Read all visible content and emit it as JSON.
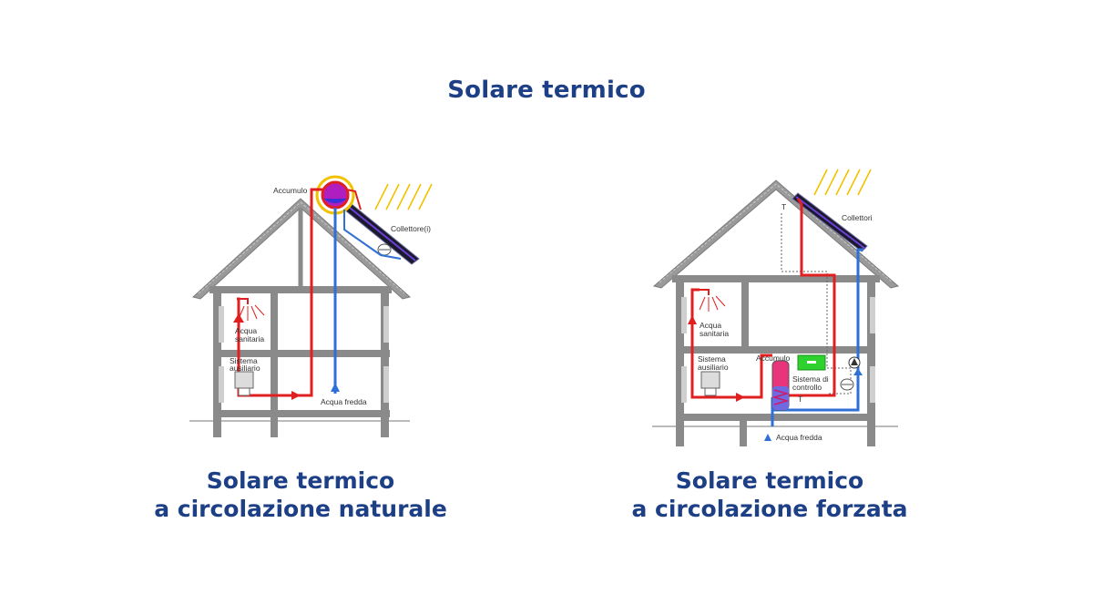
{
  "page": {
    "title": "Solare termico"
  },
  "natural": {
    "caption_line1": "Solare termico",
    "caption_line2": "a circolazione naturale",
    "labels": {
      "accumulo": "Accumulo",
      "collettore": "Collettore(i)",
      "acqua_sanitaria_1": "Acqua",
      "acqua_sanitaria_2": "sanitaria",
      "sistema_1": "Sistema",
      "sistema_2": "ausiliario",
      "acqua_fredda": "Acqua fredda"
    }
  },
  "forced": {
    "caption_line1": "Solare termico",
    "caption_line2": "a circolazione forzata",
    "labels": {
      "collettori": "Collettori",
      "t_top": "T",
      "acqua_sanitaria_1": "Acqua",
      "acqua_sanitaria_2": "sanitaria",
      "sistema_1": "Sistema",
      "sistema_2": "ausiliario",
      "accumulo": "Accumulo",
      "controllo_1": "Sistema di",
      "controllo_2": "controllo",
      "t_bottom": "T",
      "acqua_fredda": "Acqua fredda"
    }
  },
  "colors": {
    "title": "#1d3f86",
    "hot_pipe": "#e02020",
    "cold_pipe": "#2f6fd6",
    "structure": "#8a8a8a",
    "sun_rays": "#f2c200",
    "control_unit": "#2fd12f"
  }
}
